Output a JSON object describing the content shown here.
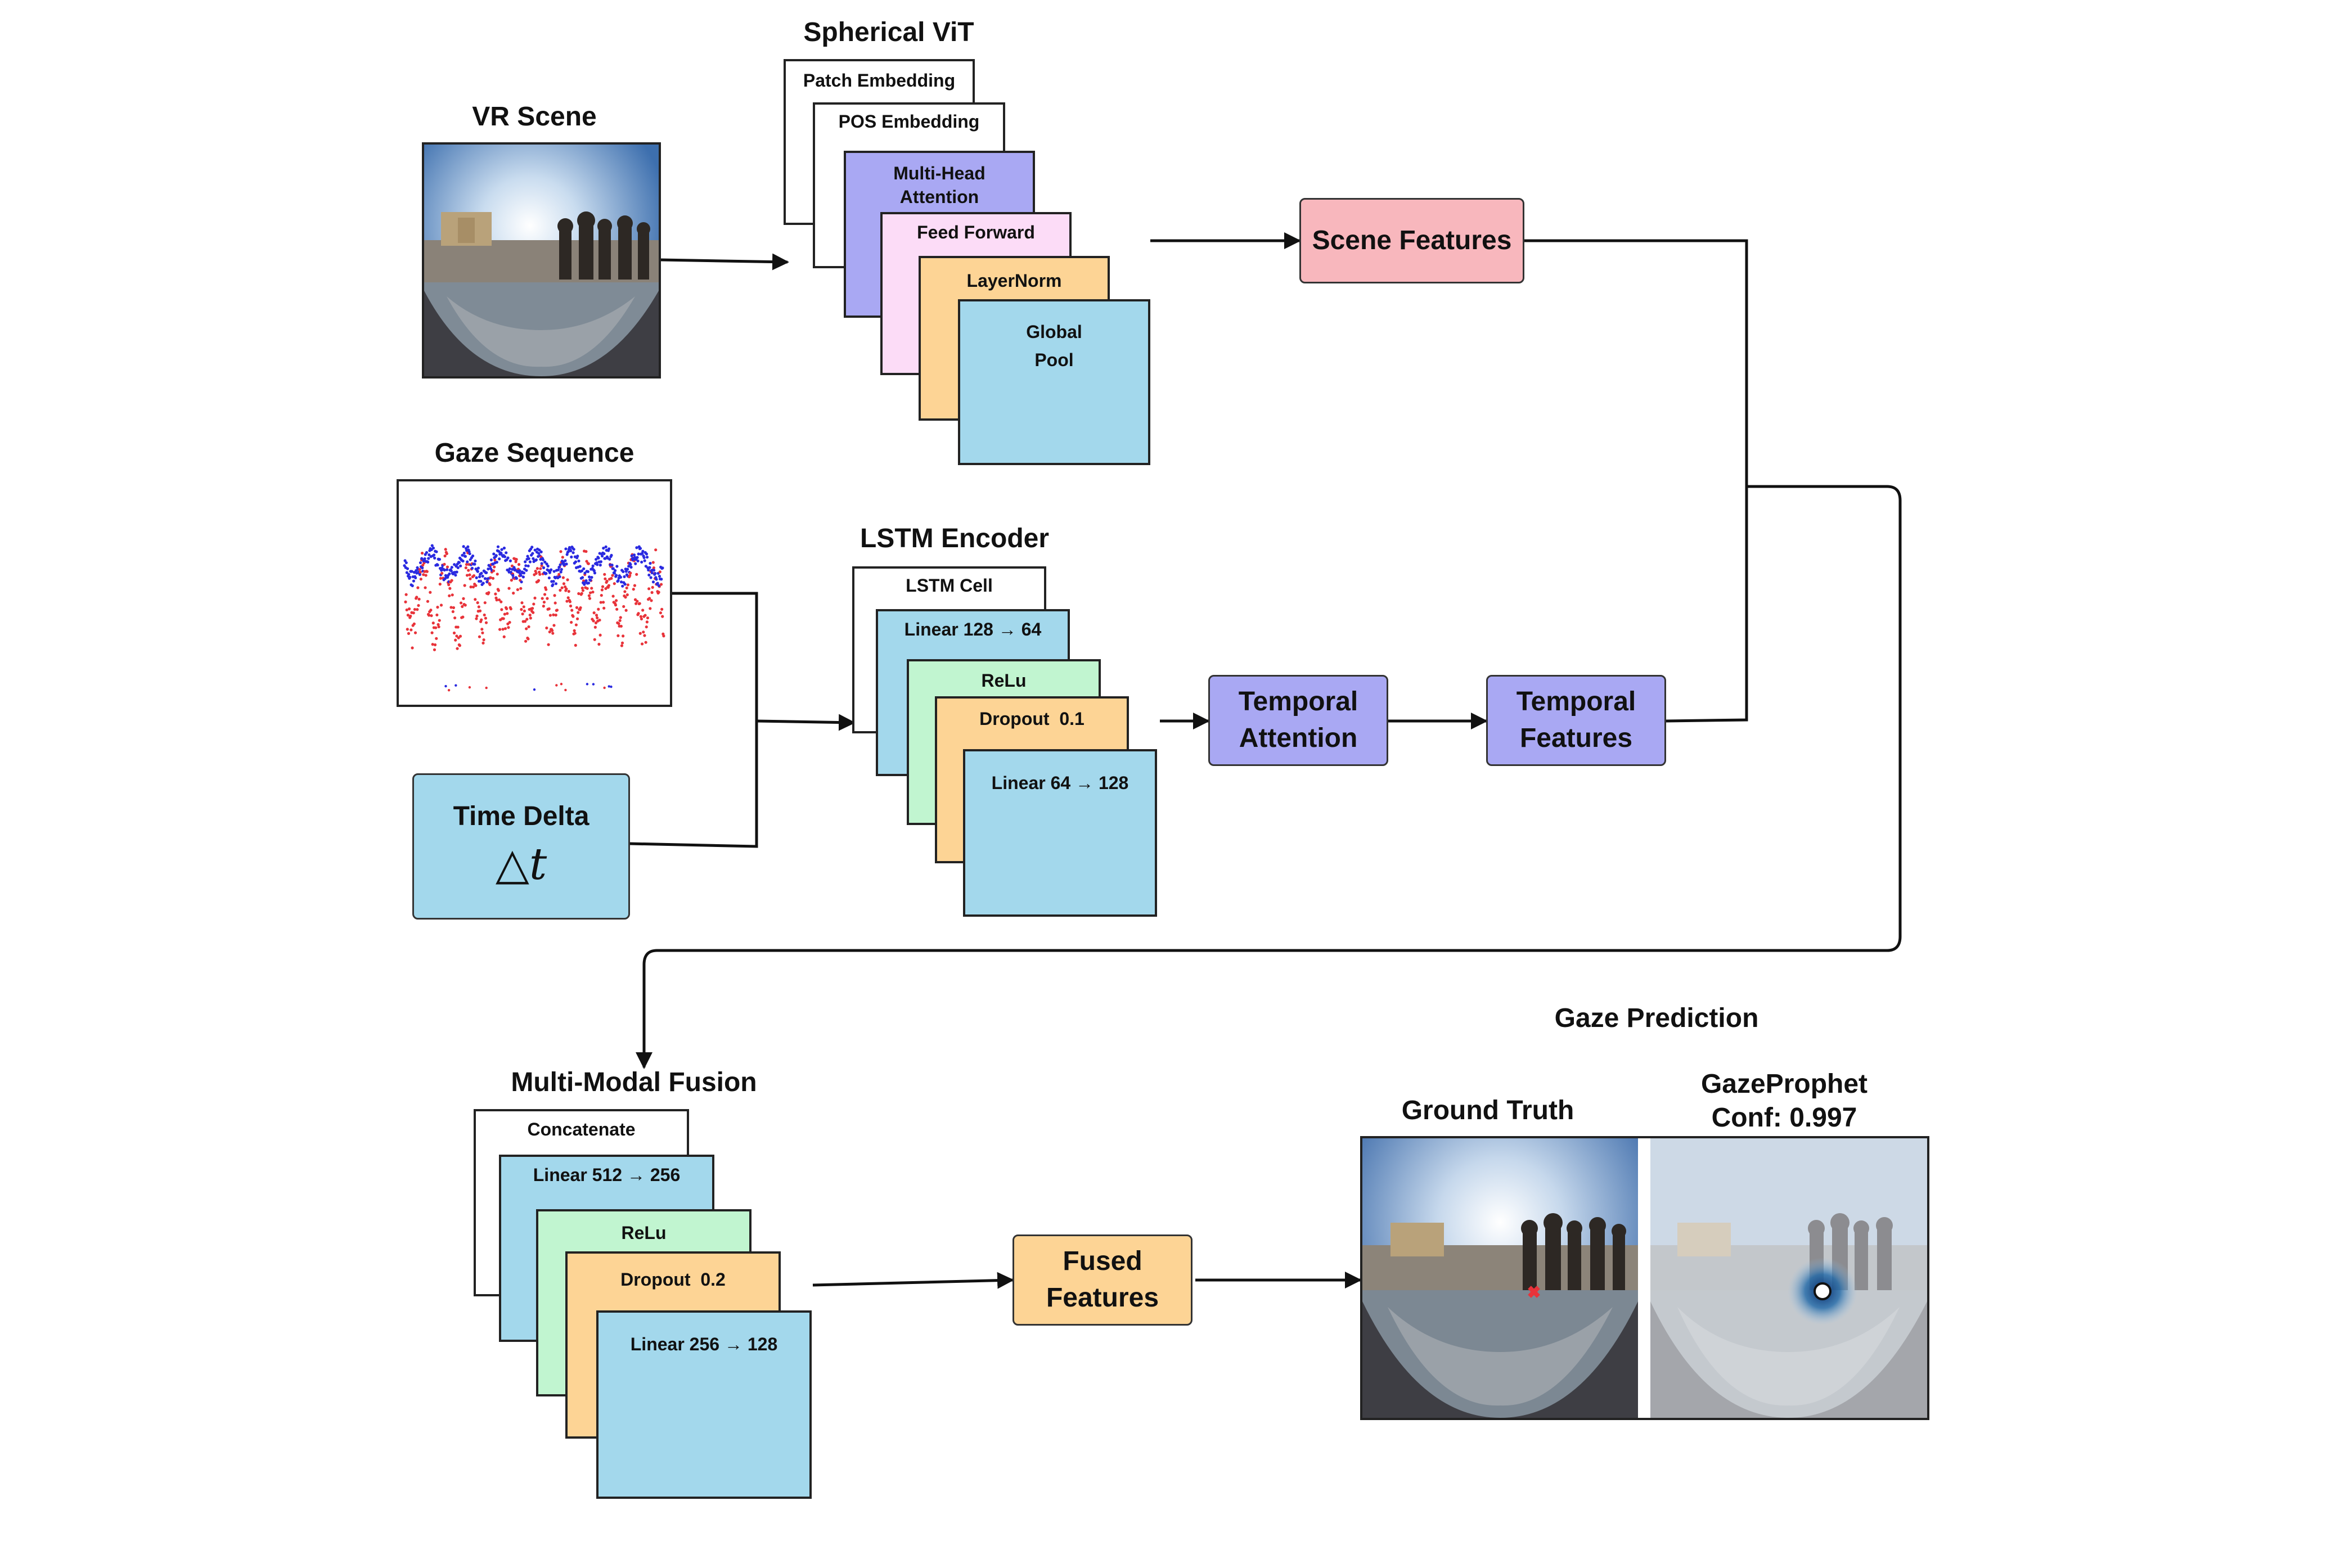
{
  "vr_scene": {
    "title": "VR Scene"
  },
  "gaze_sequence": {
    "title": "Gaze Sequence"
  },
  "time_delta": {
    "label": "Time Delta",
    "symbol": "△t"
  },
  "spherical_vit": {
    "title": "Spherical ViT",
    "layers": [
      "Patch Embedding",
      "POS Embedding",
      "Multi-Head Attention",
      "Feed Forward",
      "LayerNorm",
      "Global Pool"
    ]
  },
  "scene_features": {
    "label": "Scene Features"
  },
  "lstm_encoder": {
    "title": "LSTM Encoder",
    "layers": [
      "LSTM Cell",
      "Linear 128 → 64",
      "ReLu",
      "Dropout  0.1",
      "Linear 64 → 128"
    ]
  },
  "temporal_attention": {
    "label": "Temporal Attention"
  },
  "temporal_features": {
    "label": "Temporal Features"
  },
  "fusion": {
    "title": "Multi-Modal  Fusion",
    "layers": [
      "Concatenate",
      "Linear 512 → 256",
      "ReLu",
      "Dropout  0.2",
      "Linear 256 → 128"
    ]
  },
  "fused_features": {
    "label": "Fused Features"
  },
  "gaze_prediction": {
    "title": "Gaze Prediction",
    "ground_truth": "Ground Truth",
    "model": "GazeProphet",
    "confidence": "Conf: 0.997"
  },
  "colors": {
    "purple": "#a9a8f3",
    "pink": "#fcdcf7",
    "orange": "#fdd495",
    "blue": "#a3d8ec",
    "green": "#c1f5d0",
    "red": "#f8b7bd",
    "gaze_x": "#e8333a",
    "gaze_y": "#2a2ae0"
  }
}
